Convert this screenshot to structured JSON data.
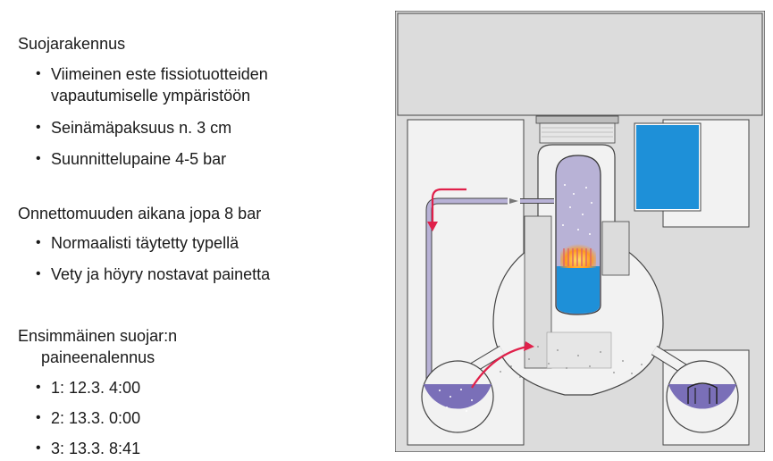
{
  "sections": [
    {
      "heading": "Suojarakennus",
      "items": [
        "Viimeinen este fissiotuotteiden",
        "vapautumiselle ympäristöön",
        "Seinämäpaksuus n. 3 cm",
        "Suunnittelupaine 4-5 bar"
      ]
    },
    {
      "heading": "Onnettomuuden aikana jopa 8 bar",
      "items": [
        "Normaalisti täytetty typellä",
        "Vety ja höyry nostavat painetta"
      ]
    },
    {
      "heading_line1": "Ensimmäinen suojar:n",
      "heading_line2": "paineenalennus",
      "items": [
        "1: 12.3.  4:00",
        "2: 13.3.  0:00",
        "3: 13.3.  8:41"
      ]
    }
  ],
  "bullet_glyph": "•",
  "colors": {
    "concrete": "#dcdcdc",
    "concrete_outline": "#444444",
    "pool_water": "#1e90d8",
    "vessel_gas": "#b8b2d6",
    "vessel_water": "#1e90d8",
    "torus_water": "#7a6fb8",
    "arrow": "#e0204a"
  },
  "icons": {
    "bullet": "bullet-icon",
    "flow_arrow": "arrow-icon"
  }
}
